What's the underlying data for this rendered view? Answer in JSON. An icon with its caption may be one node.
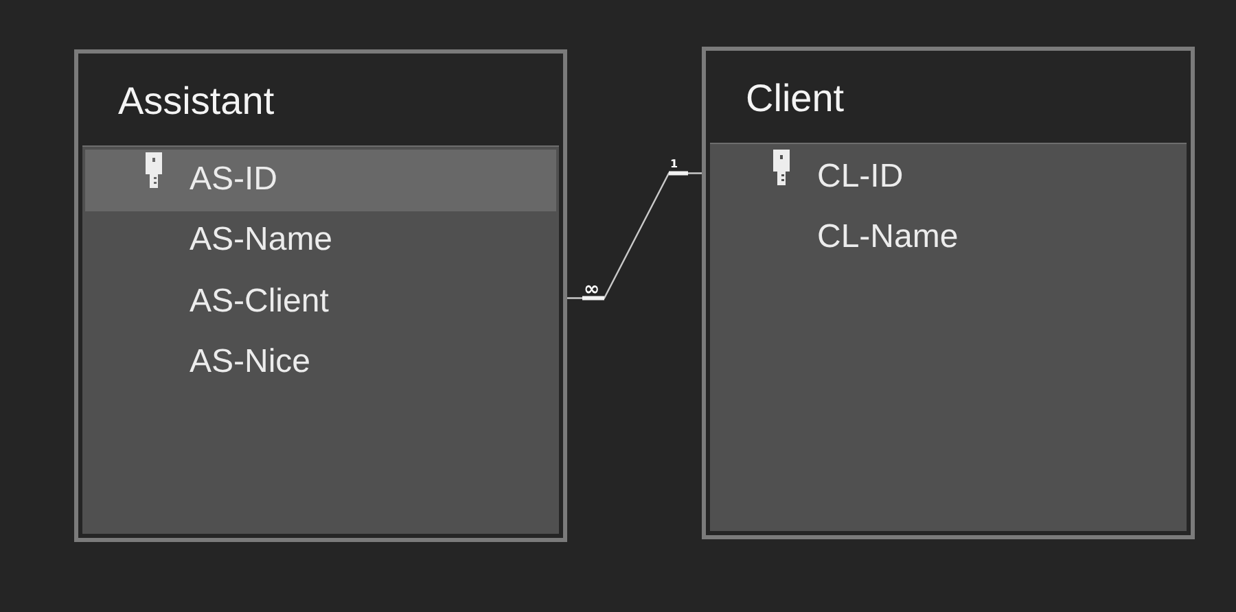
{
  "diagram": {
    "nodes": [
      {
        "text": [
          "Assistant",
          "AS-ID",
          "AS-Name",
          "AS-Client",
          "AS-Nice"
        ]
      },
      {
        "text": [
          "Client",
          "CL-ID",
          "CL-Name"
        ]
      }
    ],
    "edges": [
      {
        "from": 0,
        "to": 1,
        "arrow": "none"
      }
    ],
    "labels": [
      "1",
      "∞"
    ]
  }
}
